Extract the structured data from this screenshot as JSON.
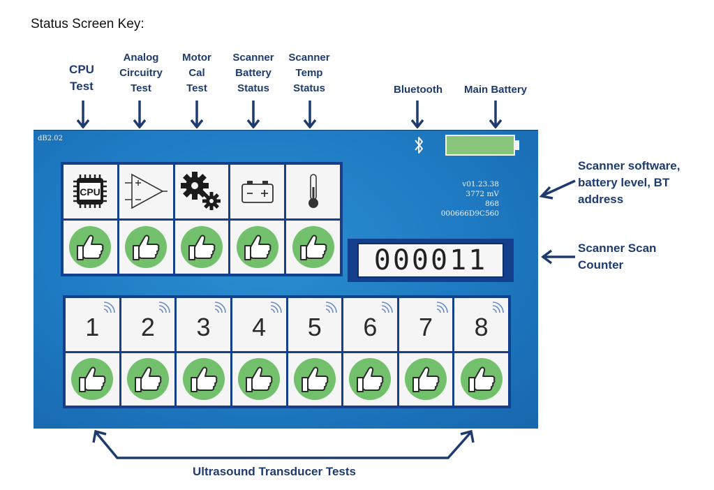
{
  "title": "Status Screen Key:",
  "top_annotations": [
    {
      "lines": [
        "CPU",
        "Test"
      ]
    },
    {
      "lines": [
        "Analog",
        "Circuitry",
        "Test"
      ]
    },
    {
      "lines": [
        "Motor",
        "Cal",
        "Test"
      ]
    },
    {
      "lines": [
        "Scanner",
        "Battery",
        "Status"
      ]
    },
    {
      "lines": [
        "Scanner",
        "Temp",
        "Status"
      ]
    },
    {
      "lines": [
        "Bluetooth"
      ]
    },
    {
      "lines": [
        "Main Battery"
      ]
    }
  ],
  "right_annotations": {
    "software": [
      "Scanner software,",
      "battery level, BT",
      "address"
    ],
    "counter": [
      "Scanner Scan",
      "Counter"
    ]
  },
  "bottom_label": "Ultrasound Transducer Tests",
  "screen": {
    "version": "dB2.02",
    "info": {
      "software_version": "v01.23.38",
      "battery_level": "3772 mV",
      "code": "868",
      "bt_address": "000666D9C560"
    },
    "cpu_label": "CPU",
    "scan_counter": "000011",
    "transducers": [
      "1",
      "2",
      "3",
      "4",
      "5",
      "6",
      "7",
      "8"
    ],
    "colors": {
      "screen_blue": "#1f7cc4",
      "grid_frame": "#143f8c",
      "pass_green": "#72c06b",
      "battery_green": "#86c57a",
      "annotation_navy": "#1f3b6e"
    }
  }
}
